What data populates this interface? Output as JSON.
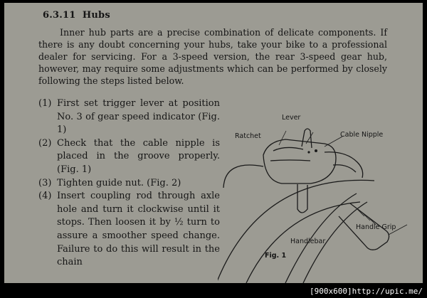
{
  "section": {
    "number": "6.3.11",
    "title": "Hubs"
  },
  "intro_text": "Inner hub parts are a precise combination of delicate components. If there is any doubt concerning your hubs, take your bike to a professional dealer for servicing. For a 3-speed version, the rear 3-speed gear hub, however, may require some adjustments which can be performed by closely following the steps listed below.",
  "steps": [
    {
      "num": "(1)",
      "text": "First set trigger lever at position No. 3 of gear speed indicator (Fig. 1)"
    },
    {
      "num": "(2)",
      "text": "Check that the cable nipple is placed in the groove properly. (Fig. 1)"
    },
    {
      "num": "(3)",
      "text": "Tighten guide nut. (Fig. 2)"
    },
    {
      "num": "(4)",
      "text": "Insert coupling rod through axle hole and turn it clockwise until it stops. Then loosen it by ½ turn to assure a smoother speed change. Failure to do this will result in the chain"
    }
  ],
  "figure": {
    "caption": "Fig. 1",
    "labels": {
      "lever": "Lever",
      "ratchet": "Ratchet",
      "cable_nipple": "Cable Nipple",
      "handle_grip": "Handle Grip",
      "handlebar": "Handlebar"
    }
  },
  "watermark": {
    "size": "[900x600]",
    "url": "http://upic.me/"
  }
}
